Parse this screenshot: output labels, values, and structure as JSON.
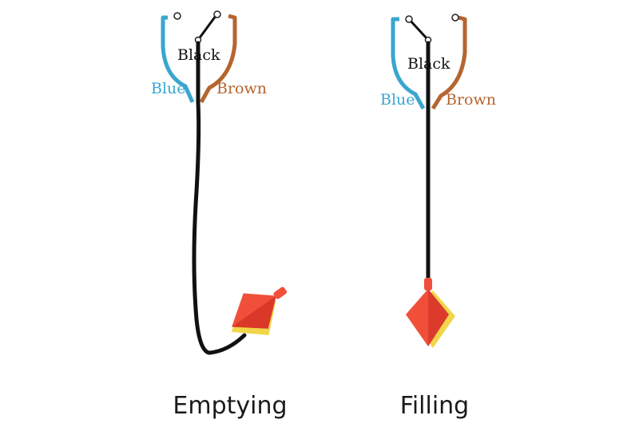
{
  "diagrams": [
    {
      "caption": "Emptying",
      "wires": {
        "black": "Black",
        "blue": "Blue",
        "brown": "Brown"
      }
    },
    {
      "caption": "Filling",
      "wires": {
        "black": "Black",
        "blue": "Blue",
        "brown": "Brown"
      }
    }
  ],
  "colors": {
    "black_wire": "#111111",
    "blue_wire": "#3aa6cf",
    "brown_wire": "#b5652f",
    "float_red": "#f0503a",
    "float_dark_red": "#c8261c",
    "float_yellow": "#f1d64a",
    "terminal": "#ffffff"
  },
  "icons": [
    "float-switch-icon",
    "terminal-icon"
  ]
}
